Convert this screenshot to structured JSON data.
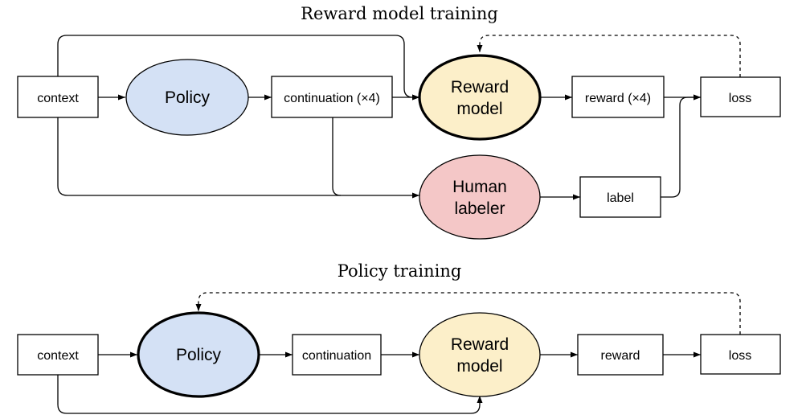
{
  "top": {
    "title": "Reward model training",
    "context": "context",
    "policy": "Policy",
    "continuation": "continuation (×4)",
    "reward_model_line1": "Reward",
    "reward_model_line2": "model",
    "reward": "reward (×4)",
    "loss": "loss",
    "human_line1": "Human",
    "human_line2": "labeler",
    "label": "label"
  },
  "bottom": {
    "title": "Policy training",
    "context": "context",
    "policy": "Policy",
    "continuation": "continuation",
    "reward_model_line1": "Reward",
    "reward_model_line2": "model",
    "reward": "reward",
    "loss": "loss"
  },
  "colors": {
    "policy_fill": "#d4e1f5",
    "reward_model_fill": "#fcefc9",
    "human_fill": "#f4c7c7"
  }
}
